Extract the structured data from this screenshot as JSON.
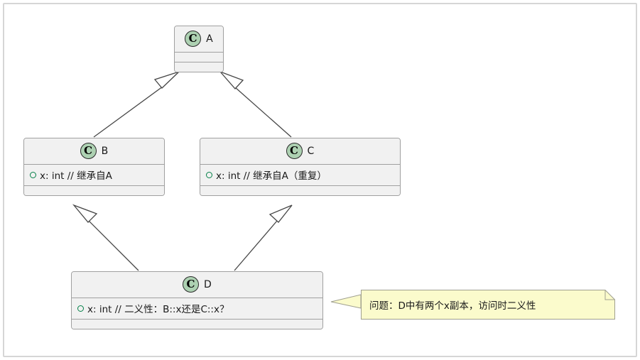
{
  "diagram": {
    "type": "uml-class-diagram",
    "title": "",
    "colors": {
      "class_fill": "#f1f1f1",
      "class_border": "#a0a0a0",
      "class_icon_fill": "#ADD1B2",
      "attribute_marker": "#038048",
      "note_fill": "#FBFBCC",
      "note_border": "#a0a090",
      "edge": "#464646",
      "page_border": "#d6d6d6"
    },
    "classes": [
      {
        "id": "A",
        "icon": "class-circle-icon",
        "name": "A",
        "attributes": [],
        "operations": []
      },
      {
        "id": "B",
        "icon": "class-circle-icon",
        "name": "B",
        "attributes": [
          {
            "visibility": "public",
            "text": "x: int  // 继承自A"
          }
        ],
        "operations": []
      },
      {
        "id": "C",
        "icon": "class-circle-icon",
        "name": "C",
        "attributes": [
          {
            "visibility": "public",
            "text": "x: int  // 继承自A（重复）"
          }
        ],
        "operations": []
      },
      {
        "id": "D",
        "icon": "class-circle-icon",
        "name": "D",
        "attributes": [
          {
            "visibility": "public",
            "text": "x: int  // 二义性：B::x还是C::x？"
          }
        ],
        "operations": []
      }
    ],
    "relations": [
      {
        "type": "generalization",
        "from": "B",
        "to": "A",
        "arrow": "hollow-triangle"
      },
      {
        "type": "generalization",
        "from": "C",
        "to": "A",
        "arrow": "hollow-triangle"
      },
      {
        "type": "generalization",
        "from": "D",
        "to": "B",
        "arrow": "hollow-triangle"
      },
      {
        "type": "generalization",
        "from": "D",
        "to": "C",
        "arrow": "hollow-triangle"
      }
    ],
    "notes": [
      {
        "id": "note-1",
        "attached_to": "D",
        "text": "问题：D中有两个x副本，访问时二义性"
      }
    ]
  }
}
